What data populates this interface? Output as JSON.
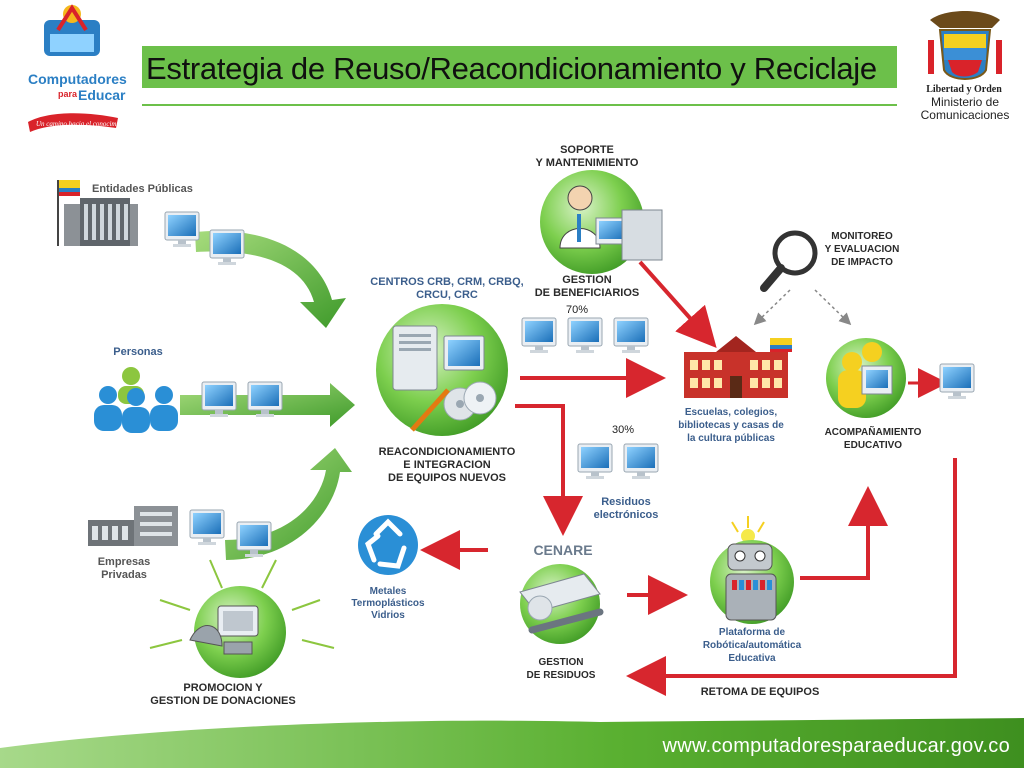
{
  "header": {
    "title": "Estrategia de Reuso/Reacondicionamiento y Reciclaje",
    "logo_left_lines": [
      "Computadores",
      "para",
      "Educar"
    ],
    "logo_left_tagline": "Un camino hacia el conocimiento",
    "seal_motto": "Libertad y Orden",
    "ministry_line1": "Ministerio de",
    "ministry_line2": "Comunicaciones"
  },
  "nodes": {
    "entidades_publicas": "Entidades Públicas",
    "personas": "Personas",
    "empresas_privadas_1": "Empresas",
    "empresas_privadas_2": "Privadas",
    "centros_1": "CENTROS CRB, CRM, CRBQ,",
    "centros_2": "CRCU, CRC",
    "reacond_1": "REACONDICIONAMIENTO",
    "reacond_2": "E INTEGRACION",
    "reacond_3": "DE EQUIPOS NUEVOS",
    "soporte_1": "SOPORTE",
    "soporte_2": "Y MANTENIMIENTO",
    "gestion_benef_1": "GESTION",
    "gestion_benef_2": "DE BENEFICIARIOS",
    "pct_70": "70%",
    "pct_30": "30%",
    "monitoreo_1": "MONITOREO",
    "monitoreo_2": "Y EVALUACION",
    "monitoreo_3": "DE IMPACTO",
    "escuelas_1": "Escuelas, colegios,",
    "escuelas_2": "bibliotecas y casas de",
    "escuelas_3": "la cultura públicas",
    "acompanamiento_1": "ACOMPAÑAMIENTO",
    "acompanamiento_2": "EDUCATIVO",
    "residuos_1": "Residuos",
    "residuos_2": "electrónicos",
    "cenare": "CENARE",
    "gestion_residuos_1": "GESTION",
    "gestion_residuos_2": "DE RESIDUOS",
    "metales_1": "Metales",
    "metales_2": "Termoplásticos",
    "metales_3": "Vidrios",
    "plataforma_1": "Plataforma de",
    "plataforma_2": "Robótica/automática",
    "plataforma_3": "Educativa",
    "retoma": "RETOMA DE EQUIPOS",
    "promocion_1": "PROMOCION Y",
    "promocion_2": "GESTION DE DONACIONES"
  },
  "footer": {
    "url": "www.computadoresparaeducar.gov.co"
  },
  "colors": {
    "accent_green": "#6cc04a",
    "arrow_red": "#d7262e",
    "circle_green": "#5cb536",
    "monitor_blue": "#2a8fd6",
    "footer_green": "#5ab031"
  }
}
